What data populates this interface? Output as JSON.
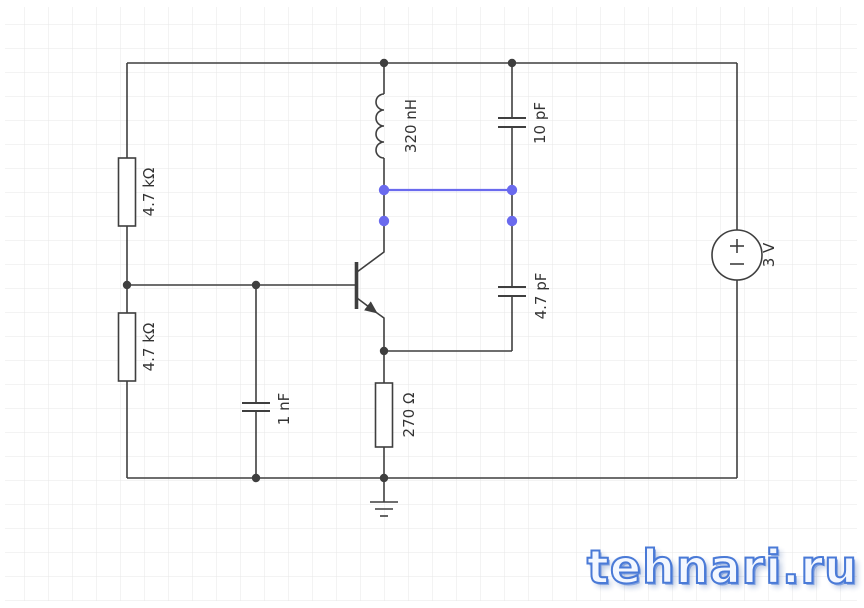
{
  "diagram": {
    "type": "circuit-schematic"
  },
  "components": {
    "r1": {
      "label": "4.7 kΩ",
      "type": "resistor"
    },
    "r2": {
      "label": "4.7 kΩ",
      "type": "resistor"
    },
    "r3": {
      "label": "270 Ω",
      "type": "resistor"
    },
    "c1": {
      "label": "1 nF",
      "type": "capacitor"
    },
    "c2": {
      "label": "10 pF",
      "type": "capacitor"
    },
    "c3": {
      "label": "4.7 pF",
      "type": "capacitor"
    },
    "l1": {
      "label": "320 nH",
      "type": "inductor"
    },
    "v1": {
      "label": "3 V",
      "type": "voltage-source"
    }
  },
  "watermark": {
    "text": "tehnari.ru"
  },
  "colors": {
    "wire": "#3f3f3f",
    "selection": "#6a6aee",
    "grid": "#e7e7e7",
    "label": "#333333",
    "watermark": "#3b6fd4"
  }
}
